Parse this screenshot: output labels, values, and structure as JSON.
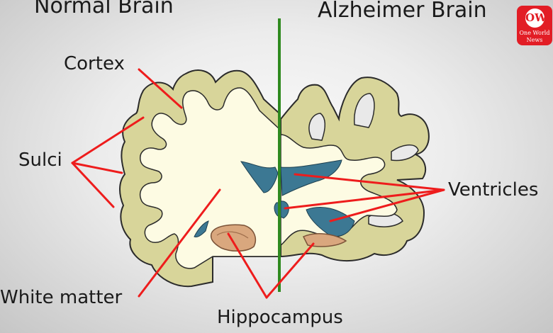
{
  "titles": {
    "left": "Normal Brain",
    "right": "Alzheimer Brain"
  },
  "labels": {
    "cortex": "Cortex",
    "sulci": "Sulci",
    "white_matter": "White matter",
    "hippocampus": "Hippocampus",
    "ventricles": "Ventricles"
  },
  "logo": {
    "mark": "OW",
    "line1": "One World",
    "line2": "News"
  },
  "colors": {
    "cortex_fill": "#d8d59a",
    "white_matter_fill": "#fdfbe3",
    "ventricle_fill": "#3c7893",
    "hippocampus_fill": "#d9a77e",
    "pointer_lines": "#ee1c1c",
    "divider": "#2f8a1f",
    "logo": "#e21d25"
  }
}
